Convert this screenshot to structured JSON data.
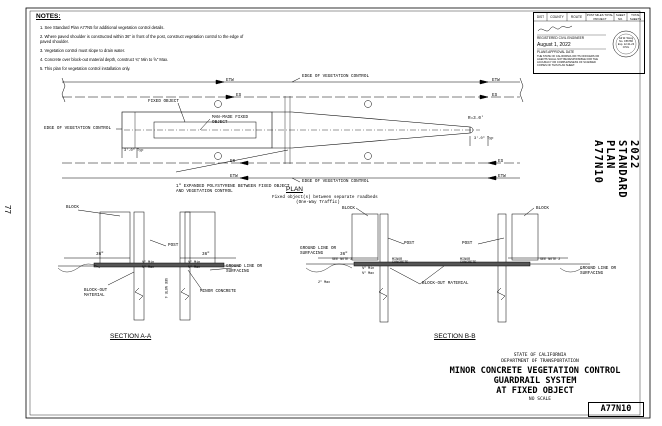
{
  "notes": {
    "title": "NOTES:",
    "items": [
      "1. See Standard Plan A77N5 for additional vegetation control details.",
      "2. Where paved shoulder is constructed within 36\" in front of the post, construct vegetation control to the edge of paved shoulder.",
      "3. Vegetation control must slope to drain water.",
      "4. Concrete over block-out material depth, construct ¾\" Min to ⅝\" Max.",
      "5. This plan for vegetation control installation only."
    ]
  },
  "title_block": {
    "headers": [
      "DIST",
      "COUNTY",
      "ROUTE",
      "POST MILES TOTAL PROJECT",
      "SHEET NO.",
      "TOTAL SHEETS"
    ],
    "engineer_label": "REGISTERED CIVIL ENGINEER",
    "date": "August 1, 2022",
    "approval_label": "PLANS APPROVAL DATE",
    "disclaimer": "THE STATE OF CALIFORNIA OR ITS OFFICERS OR AGENTS SHALL NOT BE RESPONSIBLE FOR THE ACCURACY OR COMPLETENESS OF SCANNED COPIES OF THIS PLAN SHEET.",
    "seal_text": "Gil W. Wong No. C56786 Exp. 12-31-23 CIVIL"
  },
  "plan": {
    "labels": {
      "etw": "ETW",
      "es": "ES",
      "edge_veg_control": "EDGE OF VEGETATION CONTROL",
      "fixed_object": "FIXED OBJECT",
      "manmade": "MAN-MADE FIXED OBJECT",
      "radius": "R=3.0'",
      "dim_left": "3'-0\" Typ",
      "dim_right": "3'-0\" Typ",
      "foam": "1\" EXPANDED POLYSTYRENE BETWEEN FIXED OBJECT AND VEGETATION CONTROL",
      "title": "PLAN",
      "subtitle1": "Fixed object(s) between separate roadbeds",
      "subtitle2": "(One-Way Traffic)"
    }
  },
  "section_aa": {
    "block": "BLOCK",
    "post": "POST",
    "dim_left": "36\"",
    "dim_right": "36\"",
    "min1": "¾\" Min",
    "max1": "⅝\" Max",
    "min2": "¾\" Min",
    "max2": "⅝\" Max",
    "ground": "GROUND LINE OR SURFACING",
    "blockout": "BLOCK-OUT MATERIAL",
    "note4": "SEE NOTE 4",
    "minor_concrete": "MINOR CONCRETE",
    "title": "SECTION A-A"
  },
  "section_bb": {
    "block_left": "BLOCK",
    "block_right": "BLOCK",
    "post_left": "POST",
    "post_right": "POST",
    "ground_left": "GROUND LINE OR SURFACING",
    "ground_right": "GROUND LINE OR SURFACING",
    "dim": "36\"",
    "see_note2": "SEE NOTE 2",
    "see_note2_b": "SEE NOTE 2",
    "minor_conc_left": "MINOR CONCRETE",
    "minor_conc_right": "MINOR CONCRETE",
    "blockout": "BLOCK-OUT MATERIAL",
    "min": "¾\" Min",
    "max": "⅝\" Max",
    "dim_small": "2\" Max",
    "title": "SECTION B-B"
  },
  "title": {
    "agency1": "STATE OF CALIFORNIA",
    "agency2": "DEPARTMENT OF TRANSPORTATION",
    "line1": "MINOR CONCRETE VEGETATION CONTROL",
    "line2": "GUARDRAIL SYSTEM",
    "line3": "AT FIXED OBJECT",
    "scale": "NO SCALE"
  },
  "sheet_number": "A77N10",
  "standard_plan": "2022 STANDARD PLAN A77N10",
  "page_number": "77"
}
